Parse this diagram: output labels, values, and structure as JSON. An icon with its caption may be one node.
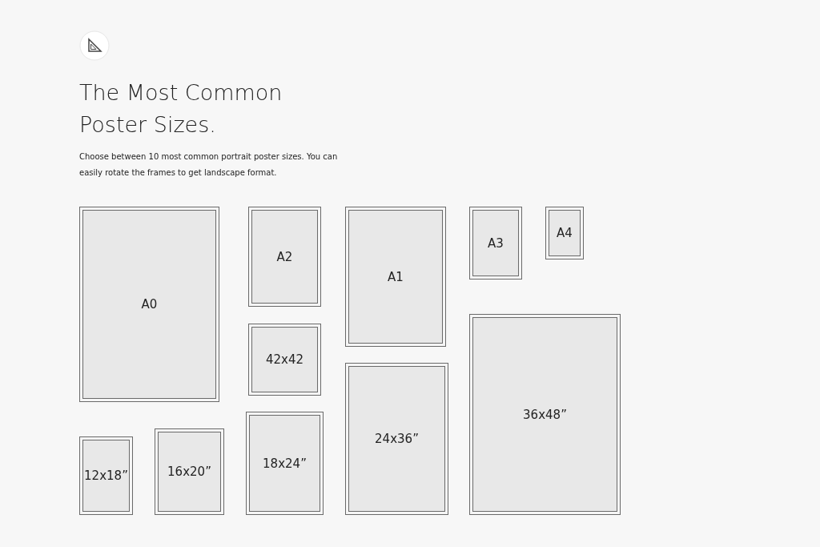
{
  "diagram": {
    "title": "The Most Common Poster Sizes.",
    "nodes": [
      {
        "text": [
          "A0"
        ]
      },
      {
        "text": [
          "A2"
        ]
      },
      {
        "text": [
          "A1"
        ]
      },
      {
        "text": [
          "A3"
        ]
      },
      {
        "text": [
          "A4"
        ]
      },
      {
        "text": [
          "42x42"
        ]
      },
      {
        "text": [
          "36x48”"
        ]
      },
      {
        "text": [
          "24x36”"
        ]
      },
      {
        "text": [
          "18x24”"
        ]
      },
      {
        "text": [
          "16x20”"
        ]
      },
      {
        "text": [
          "12x18”"
        ]
      }
    ],
    "edges": [],
    "labels": [
      "Choose between 10 most common portrait poster sizes. You can easily rotate the frames to get landscape format."
    ]
  }
}
